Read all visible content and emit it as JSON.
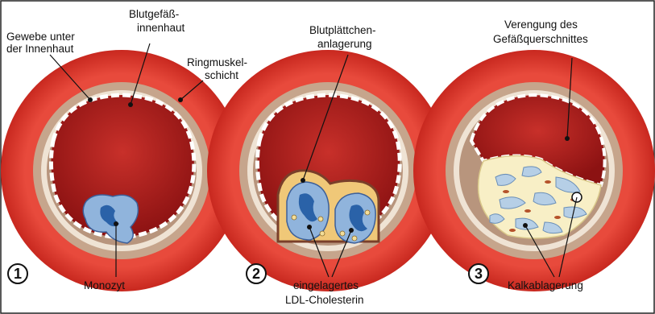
{
  "labels": {
    "gewebe": [
      "Gewebe unter",
      "der Innenhaut"
    ],
    "innenhaut": [
      "Blutgefäß-",
      "innenhaut"
    ],
    "ringmuskel": [
      "Ringmuskel-",
      "schicht"
    ],
    "monozyt": "Monozyt",
    "plaettchen": [
      "Blutplättchen-",
      "anlagerung"
    ],
    "ldl": [
      "eingelagertes",
      "LDL-Cholesterin"
    ],
    "verengung": [
      "Verengung des",
      "Gefäßquerschnittes"
    ],
    "kalk": "Kalkablagerung"
  },
  "stages": [
    {
      "number": "1"
    },
    {
      "number": "2"
    },
    {
      "number": "3"
    }
  ],
  "colors": {
    "outer_ring": "#e8443a",
    "tissue_ring": "#c9a88f",
    "intima": "#f1e6d8",
    "lumen": "#a51a1a",
    "monocyte": "#8fb3dc",
    "platelet": "#efc878",
    "plaque": "#f9f0c8"
  }
}
